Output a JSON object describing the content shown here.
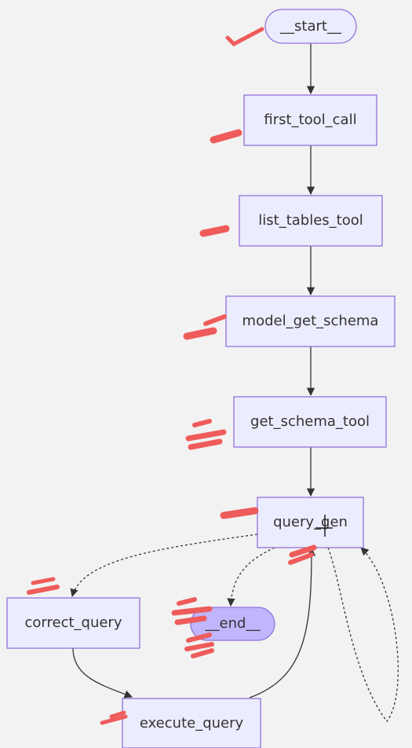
{
  "diagram": {
    "nodes": {
      "start": "__start__",
      "first_tool_call": "first_tool_call",
      "list_tables_tool": "list_tables_tool",
      "model_get_schema": "model_get_schema",
      "get_schema_tool": "get_schema_tool",
      "query_gen": "query_gen",
      "correct_query": "correct_query",
      "end": "__end__",
      "execute_query": "execute_query"
    },
    "colors": {
      "background": "#f2f2f2",
      "node_fill": "#ECECFF",
      "node_stroke": "#9370DB",
      "terminal_fill": "#BFB6FC",
      "edge": "#333333",
      "annotation": "#ef5b5b"
    }
  }
}
